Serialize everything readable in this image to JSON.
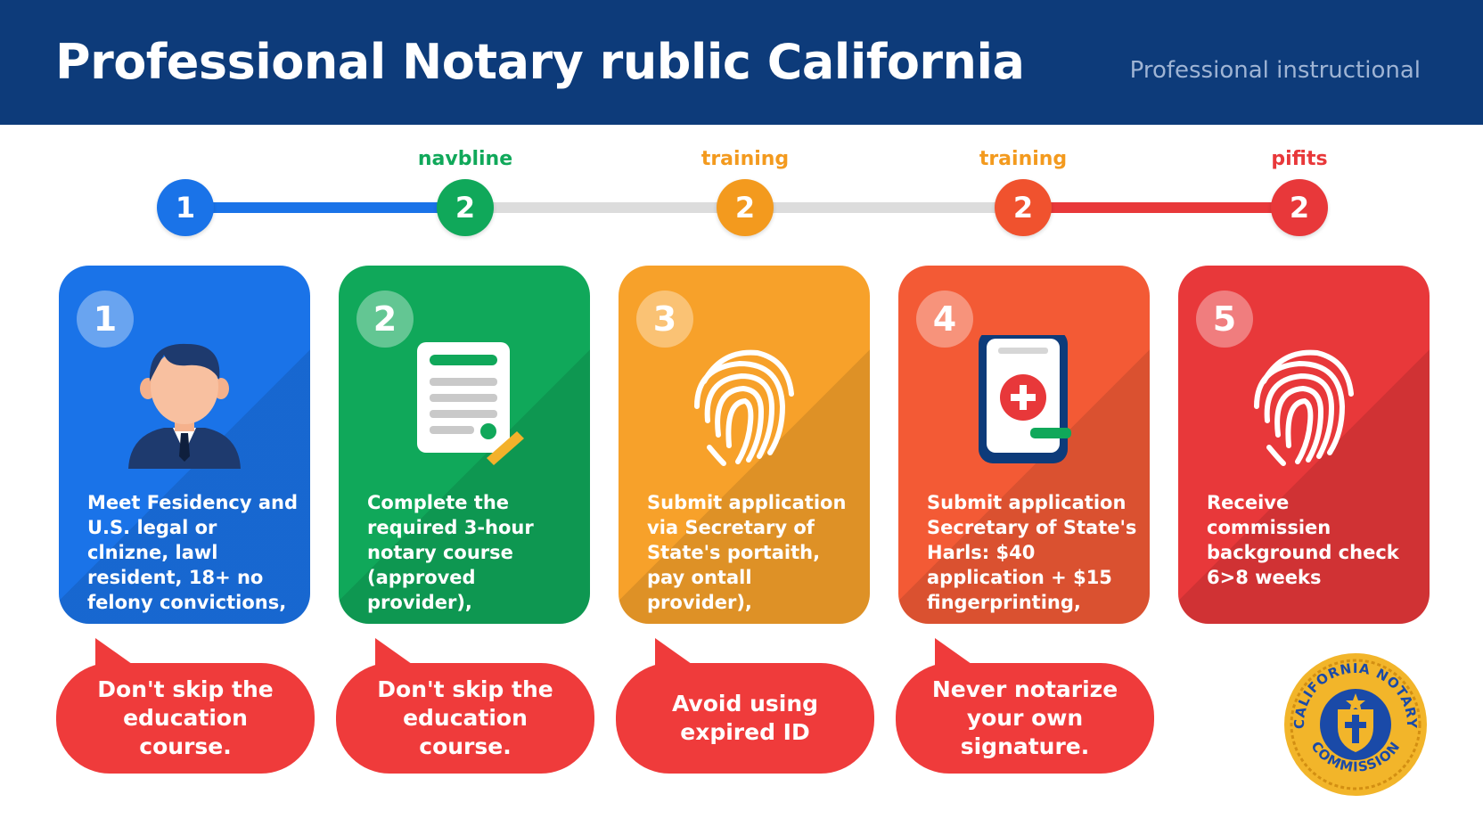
{
  "header": {
    "title": "Professional Notary rublic California",
    "subtitle": "Professional instructional"
  },
  "timeline": {
    "labels": [
      "",
      "navbline",
      "training",
      "training",
      "pifits"
    ],
    "steps": [
      "1",
      "2",
      "2",
      "2",
      "2"
    ],
    "colors": [
      "#1a73e8",
      "#10a85a",
      "#f39a1e",
      "#f0522e",
      "#e8383a"
    ]
  },
  "cards": [
    {
      "number": "1",
      "icon": "person-avatar-icon",
      "color": "#1a73e8",
      "text": "Meet Fesidency and U.S. legal or clnizne, lawl resident, 18+ no felony convictions,"
    },
    {
      "number": "2",
      "icon": "document-icon",
      "color": "#10a85a",
      "text": "Complete the required 3-hour notary course (approved provider),"
    },
    {
      "number": "3",
      "icon": "fingerprint-icon",
      "color": "#f7a12a",
      "text": "Submit application via Secretary of State's portaith, pay ontall provider),"
    },
    {
      "number": "4",
      "icon": "medical-app-icon",
      "color": "#f35a35",
      "text": "Submit application Secretary of State's Harls: $40 application + $15 fingerprinting,"
    },
    {
      "number": "5",
      "icon": "fingerprint-icon",
      "color": "#e8383a",
      "text": "Receive commissien background check 6>8 weeks"
    }
  ],
  "tips": [
    "Don't skip the education course.",
    "Don't skip the education course.",
    "Avoid using expired ID",
    "Never notarize your own signature."
  ],
  "seal": {
    "top_text": "CALIFORNIA NOTARY",
    "bottom_text": "COMMISSION",
    "icon": "shield-cross-icon",
    "colors": {
      "ring": "#f2b52a",
      "inner": "#1a4aa8"
    }
  }
}
